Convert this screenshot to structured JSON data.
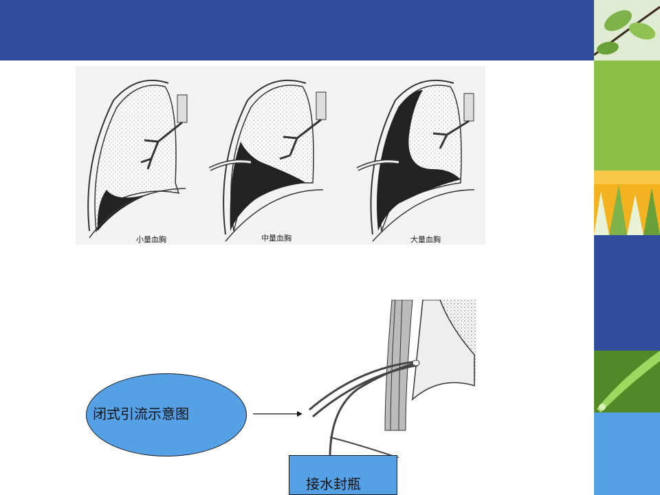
{
  "lung_figure": {
    "labels": [
      "小量血胸",
      "中量血胸",
      "大量血胸"
    ]
  },
  "caption": {
    "ellipse_text": "闭式引流示意图",
    "bottle_text": "接水封瓶"
  },
  "colors": {
    "header": "#2f4b9b",
    "accent_blue": "#56a0e6",
    "green": "#8cbf45",
    "dark_blue": "#2f4b9b"
  }
}
